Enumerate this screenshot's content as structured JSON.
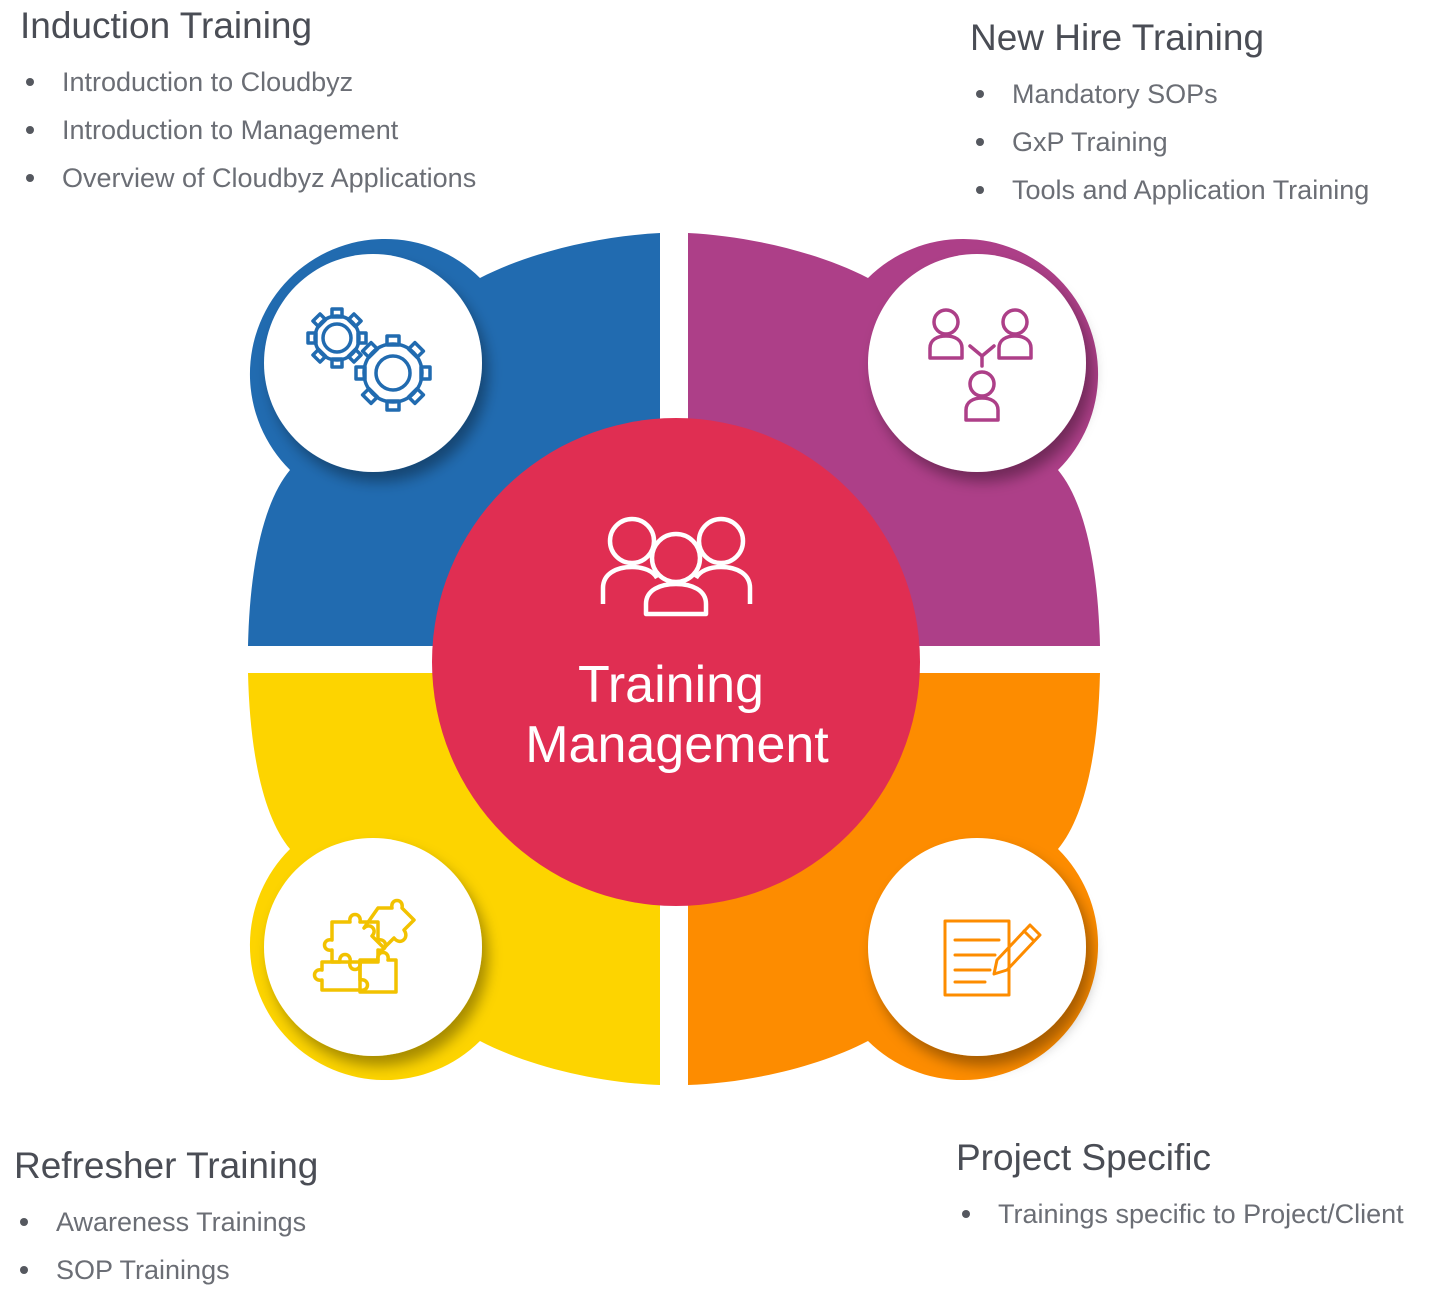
{
  "center": {
    "title_line1": "Training",
    "title_line2": "Management"
  },
  "sections": {
    "induction": {
      "title": "Induction Training",
      "items": [
        "Introduction to Cloudbyz",
        "Introduction to Management",
        "Overview of Cloudbyz Applications"
      ],
      "color": "#216bb0",
      "icon": "gears-icon"
    },
    "new_hire": {
      "title": "New Hire Training",
      "items": [
        "Mandatory SOPs",
        "GxP Training",
        "Tools and Application Training"
      ],
      "color": "#ad3f88",
      "icon": "people-network-icon"
    },
    "refresher": {
      "title": "Refresher Training",
      "items": [
        "Awareness Trainings",
        "SOP Trainings"
      ],
      "color": "#fdd400",
      "icon": "puzzle-icon"
    },
    "project": {
      "title": "Project Specific",
      "items": [
        "Trainings specific to Project/Client"
      ],
      "color": "#fd8c00",
      "icon": "document-pen-icon"
    }
  },
  "center_color": "#e02e52",
  "center_icon": "team-icon"
}
